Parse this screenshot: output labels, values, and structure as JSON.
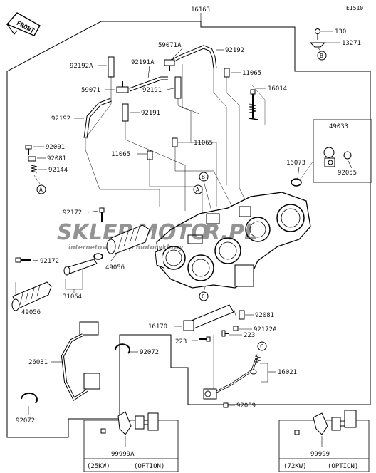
{
  "diagram_code": "E1510",
  "front_label": "FRONT",
  "watermark": {
    "main_a": "SKLEP",
    "main_b": "MOTO",
    "main_c": "R.PL",
    "sub": "internetowy sklep motocyklowy"
  },
  "ref_markers": {
    "a": "A",
    "b": "B",
    "c": "C"
  },
  "option_boxes": {
    "left": {
      "part": "99999A",
      "variant": "(25KW)",
      "option": "(OPTION)"
    },
    "right": {
      "part": "99999",
      "variant": "(72KW)",
      "option": "(OPTION)"
    }
  },
  "parts": {
    "p16163": "16163",
    "p130": "130",
    "p13271": "13271",
    "p59071A": "59071A",
    "p92192_top": "92192",
    "p92192A": "92192A",
    "p92191A": "92191A",
    "p11065_top": "11065",
    "p59071": "59071",
    "p92191_a": "92191",
    "p16014": "16014",
    "p92191_b": "92191",
    "p92192_left": "92192",
    "p49033": "49033",
    "p92001": "92001",
    "p11065_mid": "11065",
    "p92081_left": "92081",
    "p11065_left": "11065",
    "p16073": "16073",
    "p92055": "92055",
    "p92144": "92144",
    "p92172_top": "92172",
    "p49056_mid": "49056",
    "p92172_left": "92172",
    "p31064": "31064",
    "p49056_low": "49056",
    "p92081_right": "92081",
    "p16170": "16170",
    "p223_a": "223",
    "p92172A": "92172A",
    "p223_b": "223",
    "p26031": "26031",
    "p92072_mid": "92072",
    "p16021": "16021",
    "p92009": "92009",
    "p92072_low": "92072"
  }
}
